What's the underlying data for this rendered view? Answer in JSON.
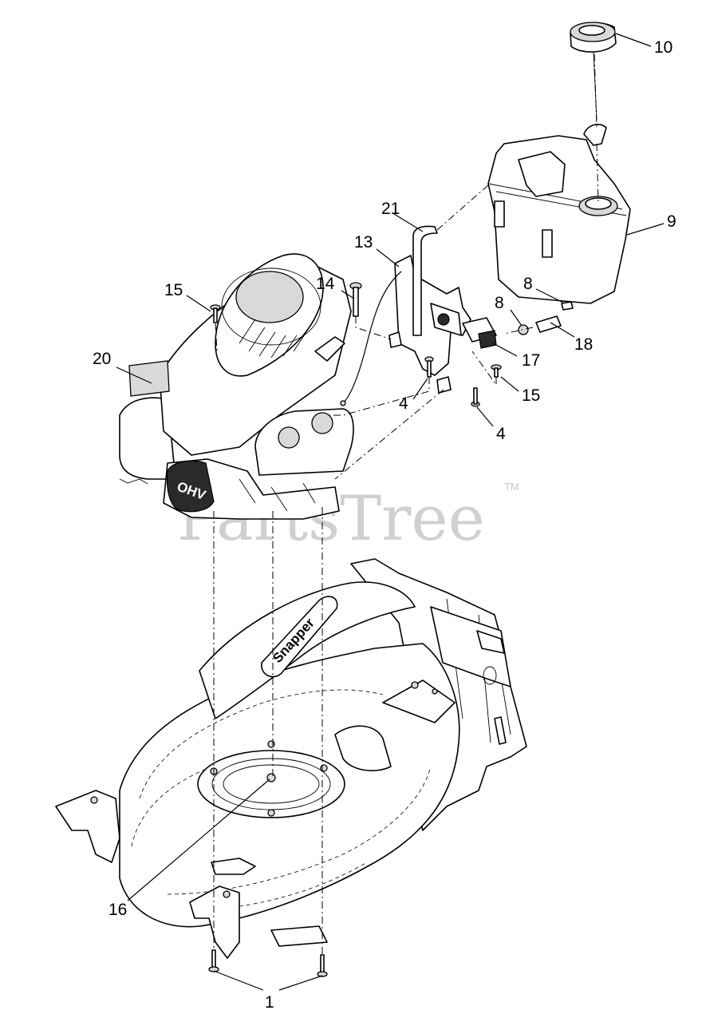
{
  "watermark": {
    "text": "PartsTree",
    "trademark": "TM"
  },
  "engine": {
    "badge_text": "OHV"
  },
  "deck": {
    "emblem_text": "Snapper"
  },
  "callouts": [
    {
      "id": "c10",
      "label": "10"
    },
    {
      "id": "c9",
      "label": "9"
    },
    {
      "id": "c21",
      "label": "21"
    },
    {
      "id": "c13",
      "label": "13"
    },
    {
      "id": "c14",
      "label": "14"
    },
    {
      "id": "c15a",
      "label": "15"
    },
    {
      "id": "c8a",
      "label": "8"
    },
    {
      "id": "c8b",
      "label": "8"
    },
    {
      "id": "c18",
      "label": "18"
    },
    {
      "id": "c17",
      "label": "17"
    },
    {
      "id": "c15b",
      "label": "15"
    },
    {
      "id": "c20",
      "label": "20"
    },
    {
      "id": "c4a",
      "label": "4"
    },
    {
      "id": "c4b",
      "label": "4"
    },
    {
      "id": "c16",
      "label": "16"
    },
    {
      "id": "c1",
      "label": "1"
    }
  ]
}
